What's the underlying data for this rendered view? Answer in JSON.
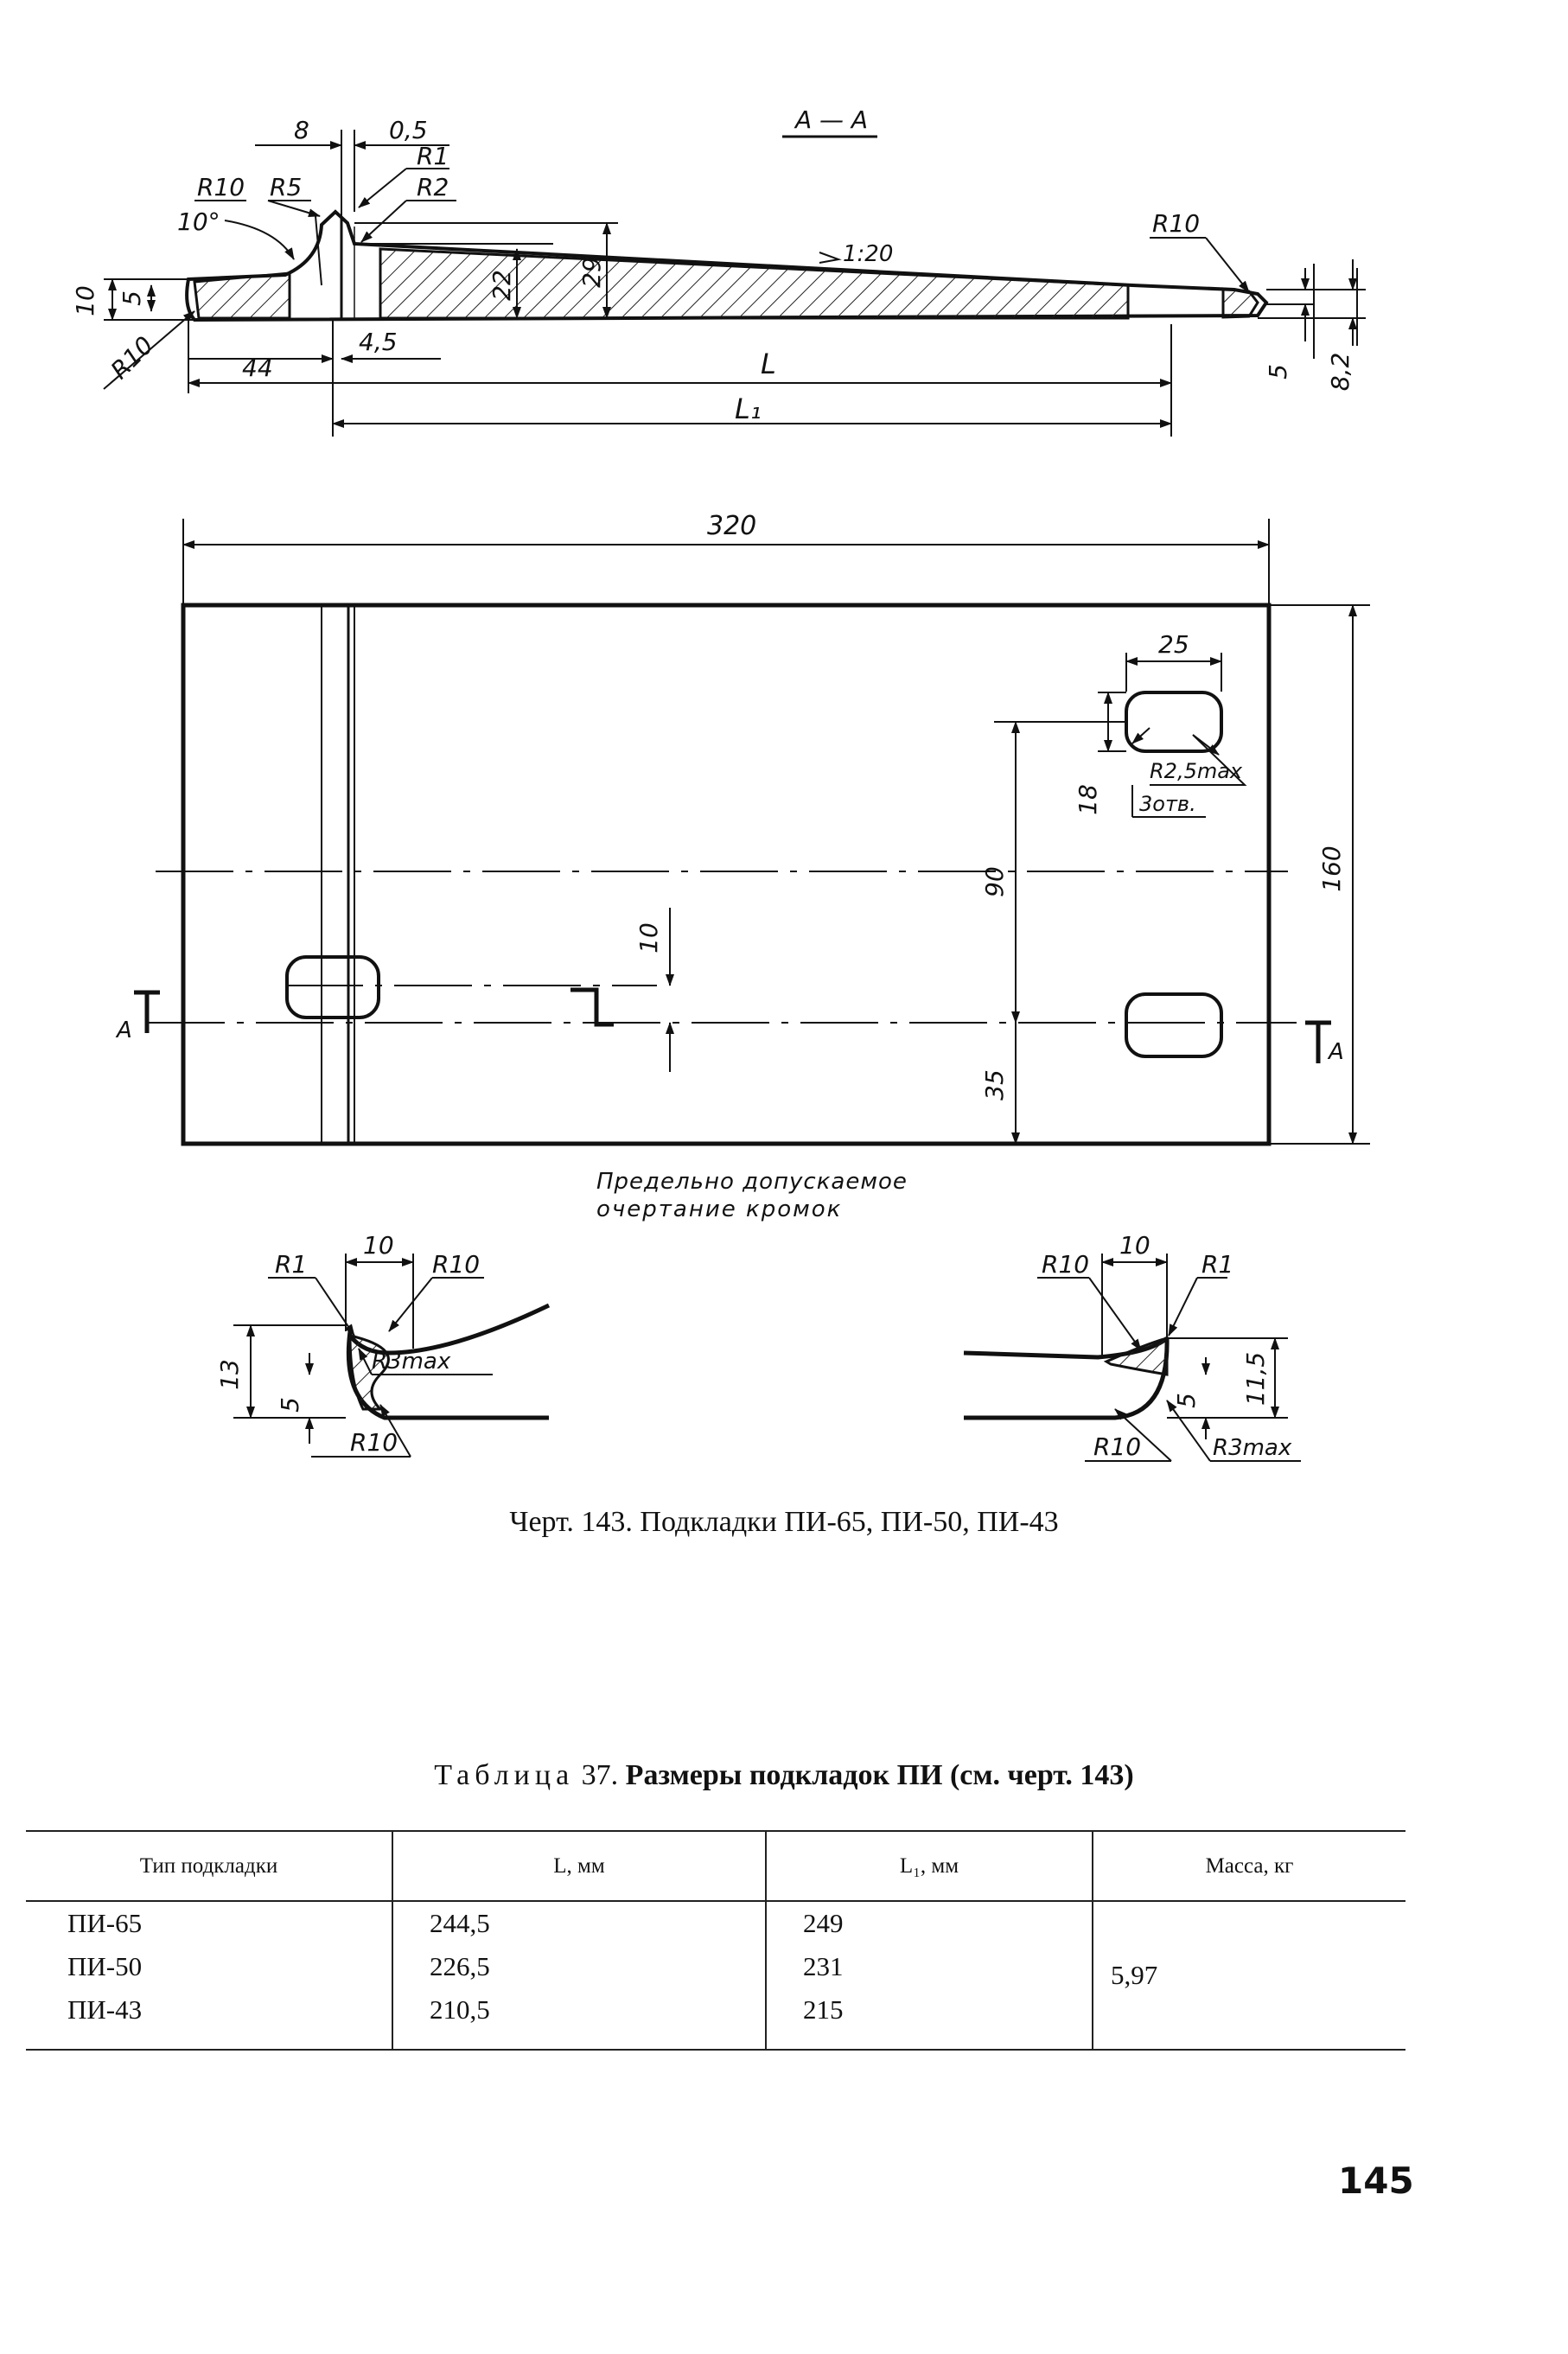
{
  "drawing": {
    "section_label": "А — А",
    "section_dims": {
      "d8": "8",
      "d05": "0,5",
      "r1": "R1",
      "r2": "R2",
      "r10_left": "R10",
      "r5": "R5",
      "angle": "10°",
      "h10": "10",
      "h5": "5",
      "r10_bottom": "R10",
      "d44": "44",
      "d45": "4,5",
      "d22": "22",
      "d29": "29",
      "slope": "1:20",
      "r10_right": "R10",
      "L": "L",
      "L1": "L₁",
      "right5": "5",
      "right82": "8,2"
    },
    "plan_dims": {
      "width": "320",
      "height": "160",
      "hole_width": "25",
      "hole_height": "18",
      "hole_radius": "R2,5max",
      "hole_count": "3отв.",
      "d90": "90",
      "d35": "35",
      "d10": "10",
      "cut_left": "A",
      "cut_right": "A"
    },
    "edge_note_line1": "Предельно допускаемое",
    "edge_note_line2": "очертание кромок",
    "detail_left": {
      "w": "10",
      "r1": "R1",
      "r10_top": "R10",
      "r3": "R3max",
      "h13": "13",
      "h5": "5",
      "r10_bottom": "R10"
    },
    "detail_right": {
      "w": "10",
      "r10_top": "R10",
      "r1": "R1",
      "h115": "11,5",
      "h5": "5",
      "r10_bottom": "R10",
      "r3": "R3max"
    }
  },
  "figure_caption": "Черт. 143. Подкладки ПИ-65, ПИ-50, ПИ-43",
  "table": {
    "caption_prefix": "Таблица",
    "caption_number": "37.",
    "caption_title": "Размеры подкладок ПИ (см. черт. 143)",
    "headers": [
      "Тип подкладки",
      "L, мм",
      "L₁, мм",
      "Масса, кг"
    ],
    "rows": [
      [
        "ПИ-65",
        "244,5",
        "249"
      ],
      [
        "ПИ-50",
        "226,5",
        "231"
      ],
      [
        "ПИ-43",
        "210,5",
        "215"
      ]
    ],
    "mass": "5,97"
  },
  "page_number": "145"
}
